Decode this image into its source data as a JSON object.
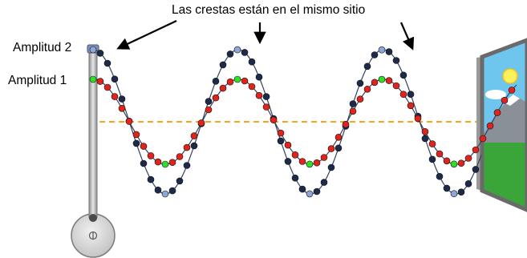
{
  "diagram": {
    "annotation": "Las crestas están en el mismo sitio",
    "amplitude_2_label": "Amplitud 2",
    "amplitude_1_label": "Amplitud 1"
  },
  "colors": {
    "wave_large_beads": "#1e2a4a",
    "wave_large_marker": "#8ea6d8",
    "wave_small_beads": "#e0231b",
    "wave_small_marker": "#2fe02a",
    "equilibrium_line": "#f5a623",
    "rod": "#b8b8b8",
    "wheel": "#d9d9d9",
    "sky": "#6ec6ef",
    "grass": "#3aa63a",
    "mountain": "#8a9098",
    "sun": "#fff15a"
  },
  "icons": [
    "crank-wheel-icon",
    "landscape-picture-icon",
    "sun-icon",
    "cloud-icon",
    "mountain-icon"
  ]
}
